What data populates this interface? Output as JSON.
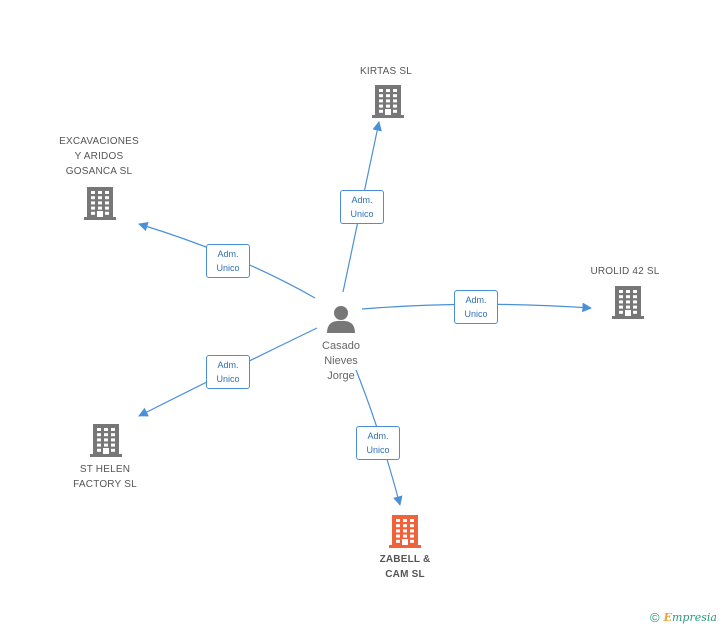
{
  "colors": {
    "edge": "#4a90d9",
    "company": "#777777",
    "focus_company": "#f0623a",
    "person": "#777777"
  },
  "person": {
    "name": "Casado\nNieves\nJorge",
    "icon": "person-icon"
  },
  "companies": [
    {
      "id": "kirtas",
      "name": "KIRTAS  SL",
      "icon": "building-icon",
      "focus": false
    },
    {
      "id": "excavaciones",
      "name": "EXCAVACIONES\nY ARIDOS\nGOSANCA SL",
      "icon": "building-icon",
      "focus": false
    },
    {
      "id": "urolid",
      "name": "UROLID 42 SL",
      "icon": "building-icon",
      "focus": false
    },
    {
      "id": "sthelen",
      "name": "ST HELEN\nFACTORY SL",
      "icon": "building-icon",
      "focus": false
    },
    {
      "id": "zabell",
      "name": "ZABELL &\nCAM SL",
      "icon": "building-icon",
      "focus": true
    }
  ],
  "edges": [
    {
      "to": "kirtas",
      "role": "Adm.\nUnico"
    },
    {
      "to": "excavaciones",
      "role": "Adm.\nUnico"
    },
    {
      "to": "urolid",
      "role": "Adm.\nUnico"
    },
    {
      "to": "sthelen",
      "role": "Adm.\nUnico"
    },
    {
      "to": "zabell",
      "role": "Adm.\nUnico"
    }
  ],
  "footer": {
    "copyright": "©",
    "brand_initial": "E",
    "brand_rest": "mpresia"
  }
}
